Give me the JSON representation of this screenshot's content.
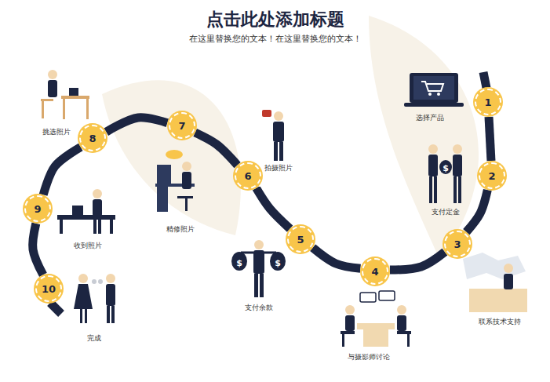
{
  "diagram": {
    "title": "点击此处添加标题",
    "caption": "在这里替换您的文本！在这里替换您的文本！",
    "nodes": [
      {
        "text": [
          "1"
        ]
      },
      {
        "text": [
          "2"
        ]
      },
      {
        "text": [
          "3"
        ]
      },
      {
        "text": [
          "4"
        ]
      },
      {
        "text": [
          "5"
        ]
      },
      {
        "text": [
          "6"
        ]
      },
      {
        "text": [
          "7"
        ]
      },
      {
        "text": [
          "8"
        ]
      },
      {
        "text": [
          "9"
        ]
      },
      {
        "text": [
          "10"
        ]
      }
    ],
    "edges": [
      {
        "from": 0,
        "to": 1,
        "arrow": "none"
      },
      {
        "from": 1,
        "to": 2,
        "arrow": "none"
      },
      {
        "from": 2,
        "to": 3,
        "arrow": "none"
      },
      {
        "from": 3,
        "to": 4,
        "arrow": "none"
      },
      {
        "from": 4,
        "to": 5,
        "arrow": "none"
      },
      {
        "from": 5,
        "to": 6,
        "arrow": "none"
      },
      {
        "from": 6,
        "to": 7,
        "arrow": "none"
      },
      {
        "from": 7,
        "to": 8,
        "arrow": "none"
      },
      {
        "from": 8,
        "to": 9,
        "arrow": "none"
      }
    ],
    "labels": [
      "选择产品",
      "支付定金",
      "联系技术支持",
      "与摄影师讨论",
      "支付余款",
      "拍摄照片",
      "精修照片",
      "挑选照片",
      "收到照片",
      "完成",
      "$",
      "$",
      "$"
    ]
  }
}
